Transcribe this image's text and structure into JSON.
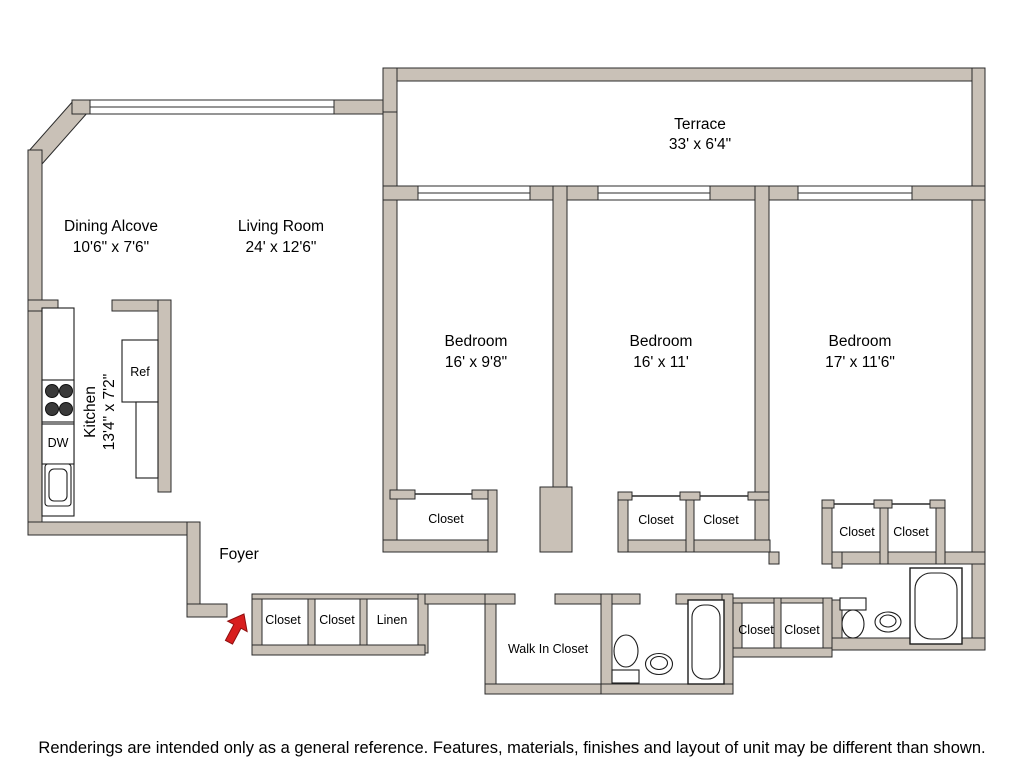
{
  "plan": {
    "rooms": {
      "terrace": {
        "name": "Terrace",
        "dims": "33' x 6'4\""
      },
      "dining_alcove": {
        "name": "Dining Alcove",
        "dims": "10'6\" x 7'6\""
      },
      "living_room": {
        "name": "Living Room",
        "dims": "24' x 12'6\""
      },
      "bedroom_1": {
        "name": "Bedroom",
        "dims": "16' x 9'8\""
      },
      "bedroom_2": {
        "name": "Bedroom",
        "dims": "16' x 11'"
      },
      "bedroom_3": {
        "name": "Bedroom",
        "dims": "17' x 11'6\""
      },
      "kitchen": {
        "name": "Kitchen",
        "dims": "13'4\" x 7'2\""
      },
      "foyer": {
        "name": "Foyer"
      },
      "walk_in_closet": {
        "name": "Walk In Closet"
      }
    },
    "labels": {
      "closet": "Closet",
      "linen": "Linen",
      "ref": "Ref",
      "dw": "DW"
    },
    "colors": {
      "wall": "#c9c1b7",
      "outline": "#2b2b2b",
      "entry_arrow": "#d81e1e"
    },
    "footer": {
      "disclaimer": "Renderings are intended only as a general reference. Features, materials, finishes and layout of unit may be different than shown."
    }
  }
}
